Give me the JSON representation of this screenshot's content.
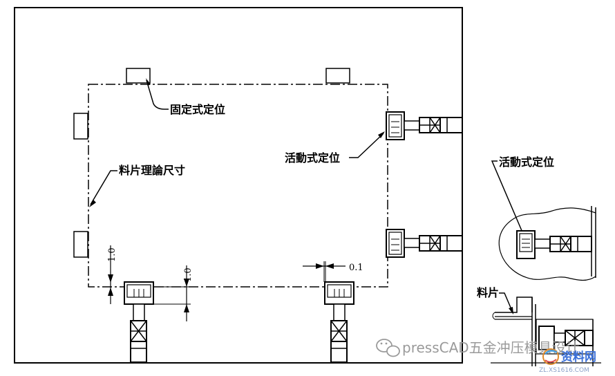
{
  "labels": {
    "fixed_locator": "固定式定位",
    "movable_locator": "活動式定位",
    "theoretical_size": "料片理論尺寸",
    "movable_locator_detail": "活動式定位",
    "strip": "料片"
  },
  "dimensions": {
    "left_gap": "1.0",
    "bottom_gap": "1.0",
    "clearance": "0.1"
  },
  "watermark": {
    "text": "pressCAD五金冲压模具设计",
    "site_name": "资料网",
    "site_url": "ZL.XS1616.COM"
  }
}
